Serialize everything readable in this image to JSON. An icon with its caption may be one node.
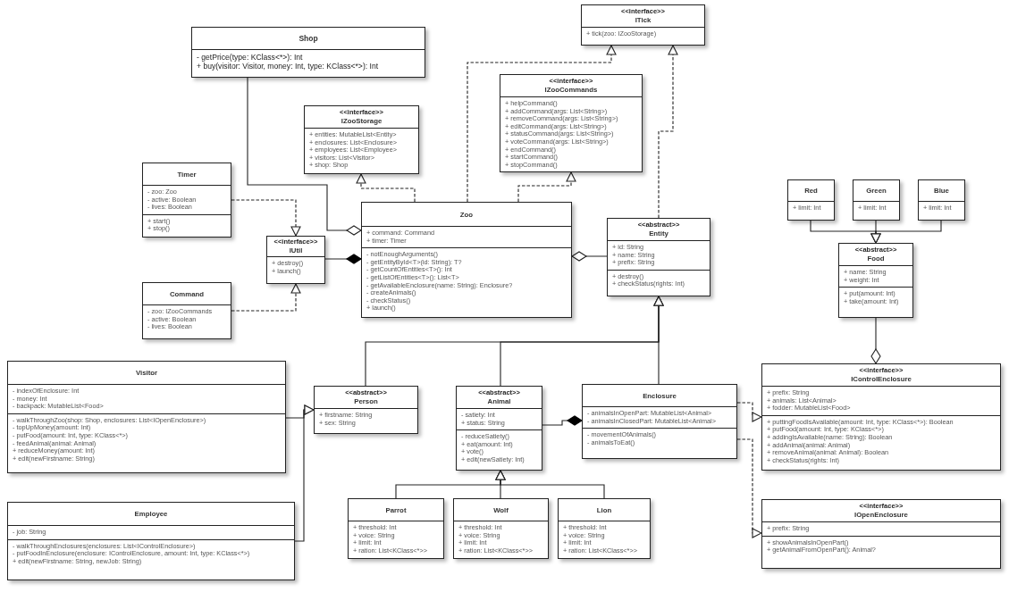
{
  "diagram": {
    "nodes": [
      {
        "text": [
          "Shop"
        ]
      },
      {
        "text": [
          "- getPrice(type: KClass<*>): Int",
          "+ buy(visitor: Visitor, money: Int, type: KClass<*>): Int"
        ],
        "in": 0
      },
      {
        "text": [
          "<<interface>>",
          "ITick"
        ]
      },
      {
        "text": [
          "+ tick(zoo: IZooStorage)"
        ],
        "in": 2
      },
      {
        "text": [
          "<<interface>>",
          "IZooCommands"
        ]
      },
      {
        "text": [
          "+ helpCommand()",
          "+ addCommand(args: List<String>)",
          "+ removeCommand(args: List<String>)",
          "+ editCommand(args: List<String>)",
          "+ statusCommand(args: List<String>)",
          "+ voteCommand(args: List<String>)",
          "+ endCommand()",
          "+ startCommand()",
          "+ stopCommand()"
        ],
        "in": 4
      },
      {
        "text": [
          "<<interface>>",
          "IZooStorage"
        ]
      },
      {
        "text": [
          "+ entities: MutableList<Entity>",
          "+ enclosures: List<Enclosure>",
          "+ employees: List<Employee>",
          "+ visitors: List<Visitor>",
          "+ shop: Shop"
        ],
        "in": 6
      },
      {
        "text": [
          "Timer"
        ]
      },
      {
        "text": [
          "- zoo: Zoo",
          "- active: Boolean",
          "- lives: Boolean"
        ],
        "in": 8
      },
      {
        "text": [
          "+ start()",
          "+ stop()"
        ],
        "in": 8
      },
      {
        "text": [
          "Zoo"
        ]
      },
      {
        "text": [
          "+ command: Command",
          "+ timer: Timer"
        ],
        "in": 11
      },
      {
        "text": [
          "- notEnoughArguments()",
          "- getEntityById<T>(id: String): T?",
          "- getCountOfEntities<T>(): Int",
          "- getListOfEntities<T>(): List<T>",
          "- getAvailableEnclosure(name: String): Enclosure?",
          "- createAnimals()",
          "- checkStatus()",
          "+ launch()"
        ],
        "in": 11
      },
      {
        "text": [
          "<<interface>>",
          "IUtil"
        ]
      },
      {
        "text": [
          "+ destroy()",
          "+ launch()"
        ],
        "in": 14
      },
      {
        "text": [
          "<<abstract>>",
          "Entity"
        ]
      },
      {
        "text": [
          "+ id: String",
          "+ name: String",
          "+ prefix: String"
        ],
        "in": 16
      },
      {
        "text": [
          "+ destroy()",
          "+ checkStatus(rights: Int)"
        ],
        "in": 16
      },
      {
        "text": [
          "Red"
        ]
      },
      {
        "text": [
          "+ limit: Int"
        ],
        "in": 19
      },
      {
        "text": [
          "Green"
        ]
      },
      {
        "text": [
          "+ limit: Int"
        ],
        "in": 21
      },
      {
        "text": [
          "Blue"
        ]
      },
      {
        "text": [
          "+ limit: Int"
        ],
        "in": 23
      },
      {
        "text": [
          "<<abstract>>",
          "Food"
        ]
      },
      {
        "text": [
          "+ name: String",
          "+ weight: Int"
        ],
        "in": 25
      },
      {
        "text": [
          "+ put(amount: Int)",
          "+ take(amount: Int)"
        ],
        "in": 25
      },
      {
        "text": [
          "Command"
        ]
      },
      {
        "text": [
          "- zoo: IZooCommands",
          "- active: Boolean",
          "- lives: Boolean"
        ],
        "in": 28
      },
      {
        "text": [
          "Visitor"
        ]
      },
      {
        "text": [
          "- indexOfEnclosure: Int",
          "- money: Int",
          "- backpack: MutableList<Food>"
        ],
        "in": 30
      },
      {
        "text": [
          "- walkThroughZoo(shop: Shop, enclosures: List<IOpenEnclosure>)",
          "- topUpMoney(amount: Int)",
          "- putFood(amount: Int, type: KClass<*>)",
          "- feedAnimal(animal: Animal)",
          "+ reduceMoney(amount: Int)",
          "+ edit(newFirstname: String)"
        ],
        "in": 30
      },
      {
        "text": [
          "<<abstract>>",
          "Person"
        ]
      },
      {
        "text": [
          "+ firstname: String",
          "+ sex: String"
        ],
        "in": 33
      },
      {
        "text": [
          "<<abstract>>",
          "Animal"
        ]
      },
      {
        "text": [
          "- satiety: Int",
          "+ status: String"
        ],
        "in": 35
      },
      {
        "text": [
          "- reduceSatiety()",
          "+ eat(amount: Int)",
          "+ vote()",
          "+ edit(newSatiety: Int)"
        ],
        "in": 35
      },
      {
        "text": [
          "Enclosure"
        ]
      },
      {
        "text": [
          "- animalsInOpenPart: MutableList<Animal>",
          "- animalsInClosedPart: MutableList<Animal>"
        ],
        "in": 38
      },
      {
        "text": [
          "- movementOfAnimals()",
          "- animalsToEat()"
        ],
        "in": 38
      },
      {
        "text": [
          "<<interface>>",
          "IControlEnclosure"
        ]
      },
      {
        "text": [
          "+ prefix: String",
          "+ animals: List<Animal>",
          "+ fodder: MutableList<Food>"
        ],
        "in": 41
      },
      {
        "text": [
          "+ puttingFoodIsAvailable(amount: Int, type: KClass<*>): Boolean",
          "+ putFood(amount: Int, type: KClass<*>)",
          "+ addingIsAvailable(name: String): Boolean",
          "+ addAnimal(animal: Animal)",
          "+ removeAnimal(animal: Animal): Boolean",
          "+ checkStatus(rights: Int)"
        ],
        "in": 41
      },
      {
        "text": [
          "Employee"
        ]
      },
      {
        "text": [
          "- job: String"
        ],
        "in": 44
      },
      {
        "text": [
          "- walkThroughEnclosures(enclosures: List<IControlEnclosure>)",
          "- putFoodInEnclosure(enclosure: IControlEnclosure, amount: Int, type: KClass<*>)",
          "+ edit(newFirstname: String, newJob: String)"
        ],
        "in": 44
      },
      {
        "text": [
          "Parrot"
        ]
      },
      {
        "text": [
          "+ threshold: Int",
          "+ voice: String",
          "+ limit: Int",
          "+ ration: List<KClass<*>>"
        ],
        "in": 47
      },
      {
        "text": [
          "Wolf"
        ]
      },
      {
        "text": [
          "+ threshold: Int",
          "+ voice: String",
          "+ limit: Int",
          "+ ration: List<KClass<*>>"
        ],
        "in": 49
      },
      {
        "text": [
          "Lion"
        ]
      },
      {
        "text": [
          "+ threshold: Int",
          "+ voice: String",
          "+ limit: Int",
          "+ ration: List<KClass<*>>"
        ],
        "in": 51
      },
      {
        "text": [
          "<<interface>>",
          "IOpenEnclosure"
        ]
      },
      {
        "text": [
          "+ prefix: String"
        ],
        "in": 53
      },
      {
        "text": [
          "+ showAnimalsInOpenPart()",
          "+ getAnimalFromOpenPart(): Animal?"
        ],
        "in": 53
      }
    ],
    "edges": [
      {
        "from": 0,
        "to": 11,
        "arrow": "other"
      },
      {
        "from": 11,
        "to": 6,
        "arrow": "to",
        "style": "dashed"
      },
      {
        "from": 11,
        "to": 2,
        "arrow": "to",
        "style": "dashed"
      },
      {
        "from": 11,
        "to": 4,
        "arrow": "to",
        "style": "dashed"
      },
      {
        "from": 16,
        "to": 2,
        "arrow": "to",
        "style": "dashed"
      },
      {
        "from": 8,
        "to": 14,
        "arrow": "to",
        "style": "dashed"
      },
      {
        "from": 28,
        "to": 14,
        "arrow": "to",
        "style": "dashed"
      },
      {
        "from": 14,
        "to": 11,
        "arrow": "other"
      },
      {
        "from": 16,
        "to": 11,
        "arrow": "other"
      },
      {
        "from": 19,
        "to": 25,
        "arrow": "to"
      },
      {
        "from": 21,
        "to": 25,
        "arrow": "to"
      },
      {
        "from": 23,
        "to": 25,
        "arrow": "to"
      },
      {
        "from": 25,
        "to": 41,
        "arrow": "other"
      },
      {
        "from": 33,
        "to": 16,
        "arrow": "to"
      },
      {
        "from": 35,
        "to": 16,
        "arrow": "to"
      },
      {
        "from": 38,
        "to": 16,
        "arrow": "to"
      },
      {
        "from": 30,
        "to": 33,
        "arrow": "to"
      },
      {
        "from": 44,
        "to": 33,
        "arrow": "to"
      },
      {
        "from": 35,
        "to": 38,
        "arrow": "other"
      },
      {
        "from": 47,
        "to": 35,
        "arrow": "to"
      },
      {
        "from": 49,
        "to": 35,
        "arrow": "to"
      },
      {
        "from": 51,
        "to": 35,
        "arrow": "to"
      },
      {
        "from": 38,
        "to": 41,
        "arrow": "to",
        "style": "dashed"
      },
      {
        "from": 38,
        "to": 53,
        "arrow": "to",
        "style": "dashed"
      }
    ]
  }
}
